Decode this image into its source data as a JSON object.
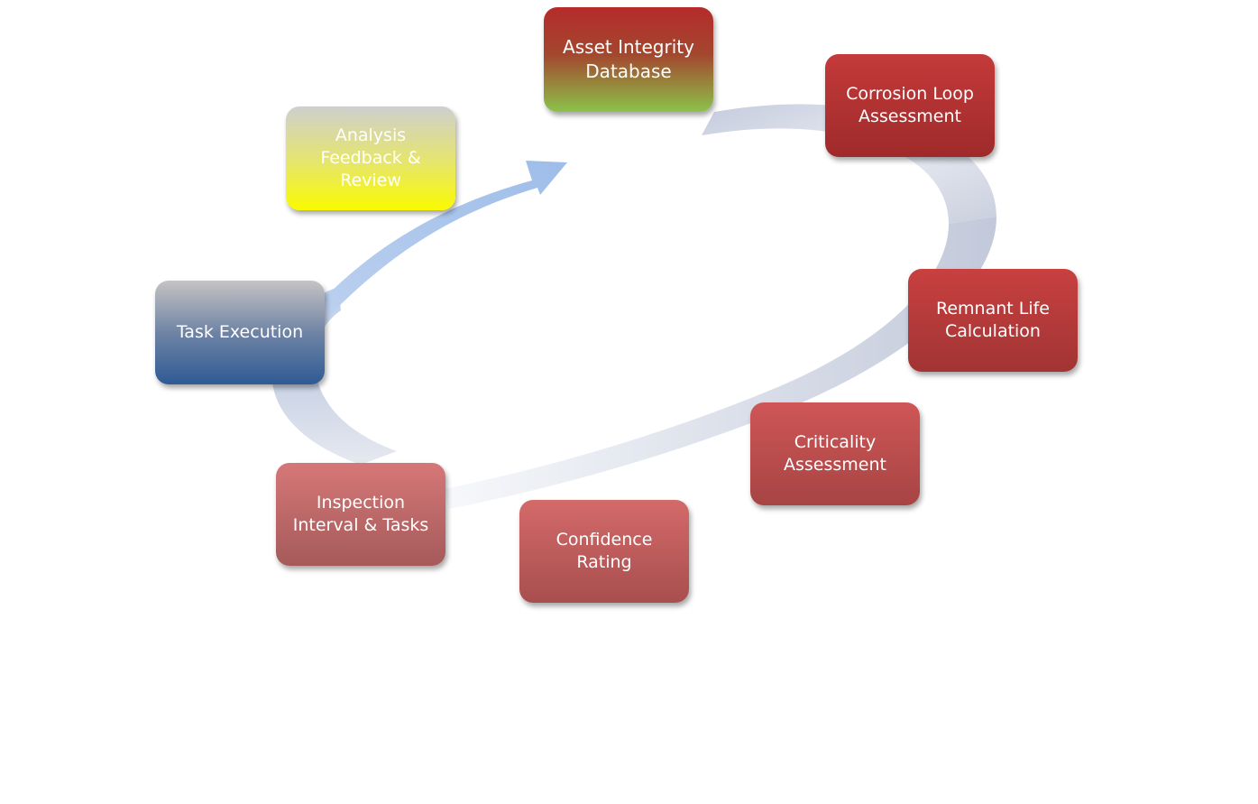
{
  "diagram": {
    "nodes": [
      {
        "id": "asset",
        "label": "Asset Integrity\nDatabase"
      },
      {
        "id": "corrosion",
        "label": "Corrosion Loop\nAssessment"
      },
      {
        "id": "remnant",
        "label": "Remnant Life\nCalculation"
      },
      {
        "id": "criticality",
        "label": "Criticality\nAssessment"
      },
      {
        "id": "confidence",
        "label": "Confidence\nRating"
      },
      {
        "id": "inspection",
        "label": "Inspection\nInterval & Tasks"
      },
      {
        "id": "task",
        "label": "Task Execution"
      },
      {
        "id": "analysis",
        "label": "Analysis\nFeedback &\nReview"
      }
    ]
  }
}
